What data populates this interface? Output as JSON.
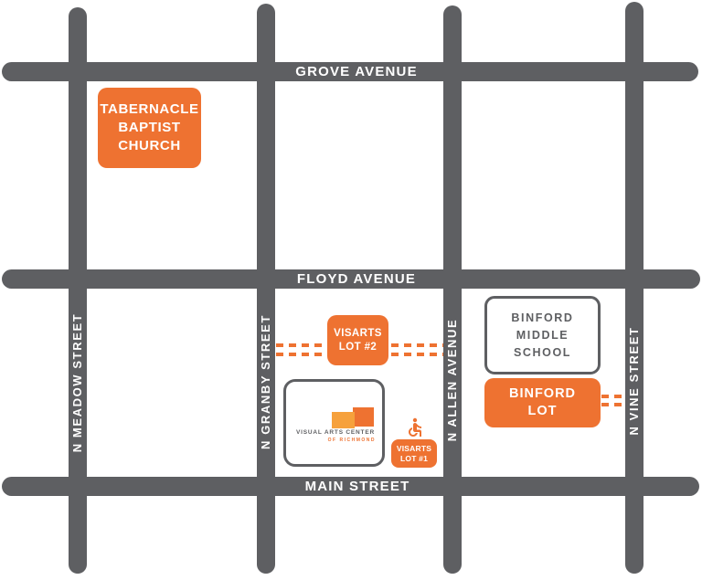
{
  "colors": {
    "street_gray": "#5E5F62",
    "orange": "#EE7231",
    "logo_light_orange": "#F6A13C",
    "label_white": "#FFFFFF"
  },
  "streets": {
    "grove": {
      "label": "GROVE AVENUE"
    },
    "floyd": {
      "label": "FLOYD AVENUE"
    },
    "main": {
      "label": "MAIN STREET"
    },
    "meadow": {
      "label": "N MEADOW STREET"
    },
    "granby": {
      "label": "N GRANBY STREET"
    },
    "allen": {
      "label": "N ALLEN AVENUE"
    },
    "vine": {
      "label": "N VINE STREET"
    }
  },
  "landmarks": {
    "tabernacle_baptist_church": {
      "line1": "TABERNACLE",
      "line2": "BAPTIST",
      "line3": "CHURCH"
    },
    "visarts_lot_2": {
      "line1": "VISARTS",
      "line2": "LOT #2"
    },
    "binford_middle_school": {
      "line1": "BINFORD",
      "line2": "MIDDLE",
      "line3": "SCHOOL"
    },
    "binford_lot": {
      "line1": "BINFORD",
      "line2": "LOT"
    },
    "visual_arts_center": {
      "logo_text": "VISUAL ARTS CENTER",
      "logo_subtext": "OF RICHMOND"
    },
    "visarts_lot_1": {
      "line1": "VISARTS",
      "line2": "LOT #1"
    }
  }
}
